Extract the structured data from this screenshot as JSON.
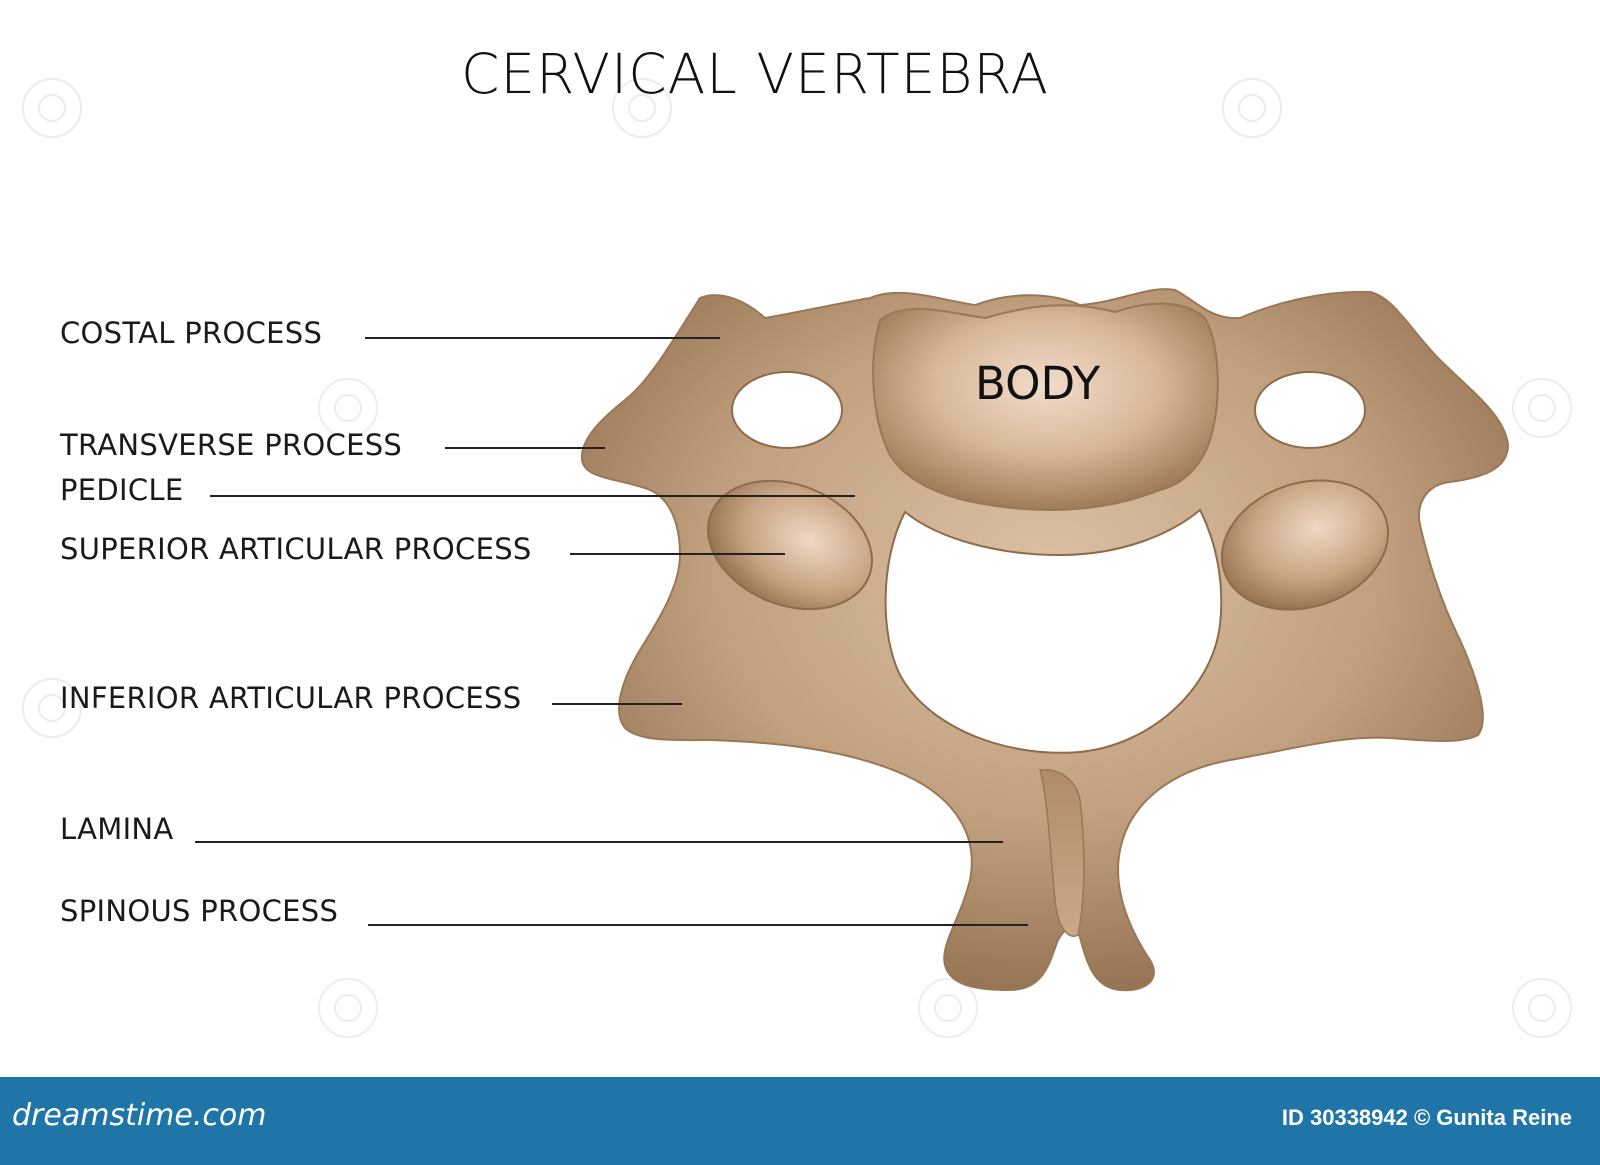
{
  "title": "CERVICAL VERTEBRA",
  "body_label": "BODY",
  "labels": [
    {
      "key": "costal",
      "text": "COSTAL PROCESS"
    },
    {
      "key": "transverse",
      "text": "TRANSVERSE PROCESS"
    },
    {
      "key": "pedicle",
      "text": "PEDICLE"
    },
    {
      "key": "superior",
      "text": "SUPERIOR ARTICULAR PROCESS"
    },
    {
      "key": "inferior",
      "text": "INFERIOR ARTICULAR PROCESS"
    },
    {
      "key": "lamina",
      "text": "LAMINA"
    },
    {
      "key": "spinous",
      "text": "SPINOUS PROCESS"
    }
  ],
  "footer": {
    "brand": "dreamstime.com",
    "credit": "ID 30338942 © Gunita Reine"
  },
  "colors": {
    "bone": "#b89572",
    "bone_light": "#e7cdb6",
    "bone_dark": "#8c6a48",
    "footer": "#1f74a8"
  },
  "watermark_icon": "spiral-logo-icon"
}
